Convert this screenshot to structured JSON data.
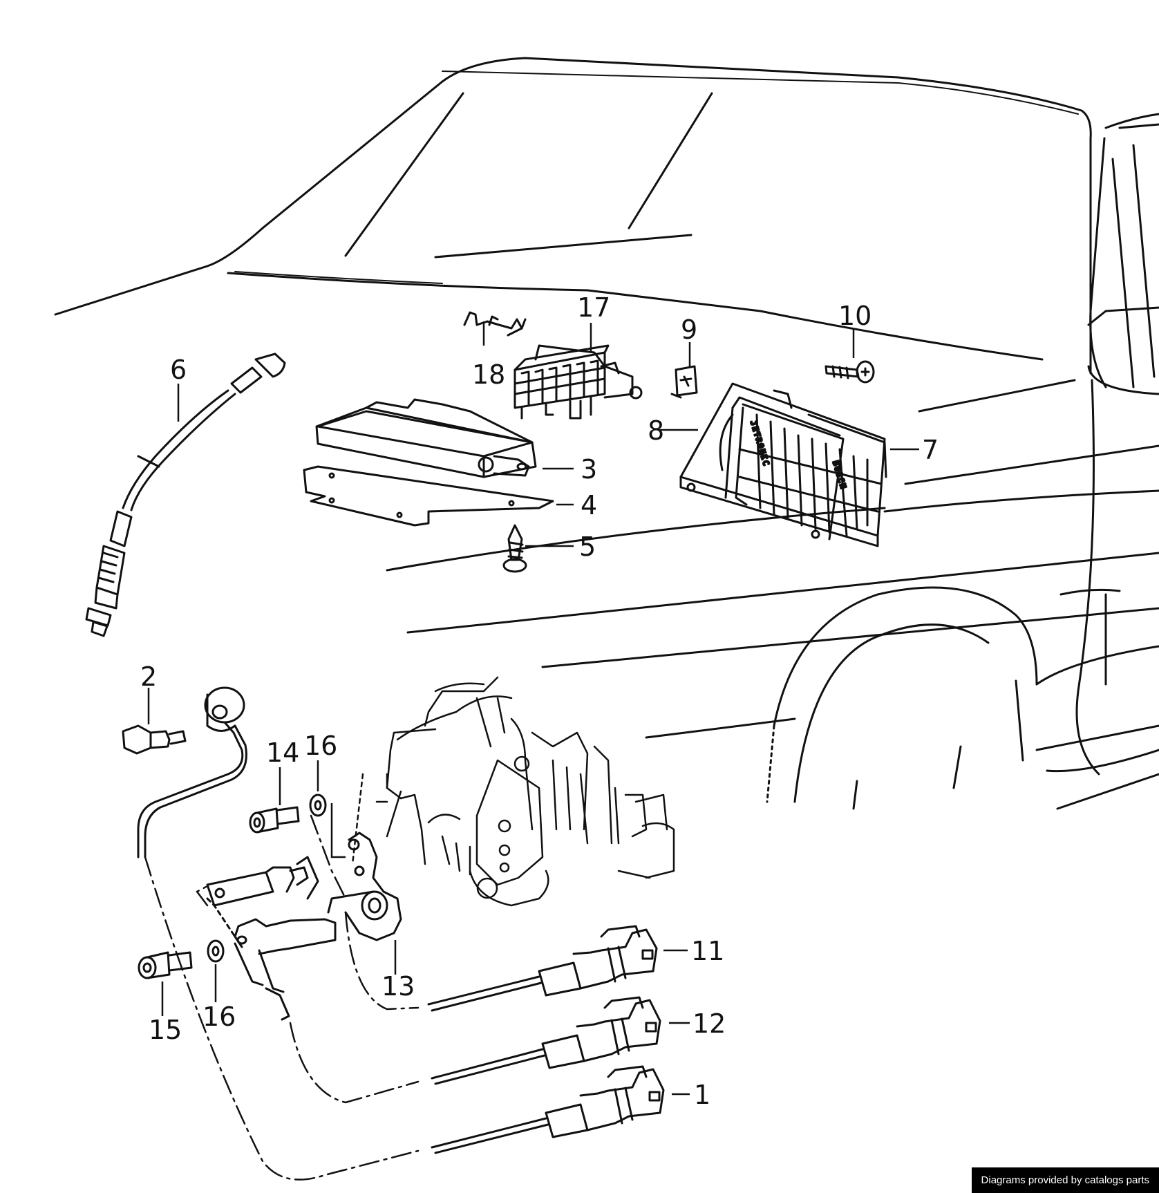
{
  "callouts": [
    "1",
    "2",
    "3",
    "4",
    "5",
    "6",
    "7",
    "8",
    "9",
    "10",
    "11",
    "12",
    "13",
    "14",
    "15",
    "16",
    "17",
    "18"
  ],
  "labels": {
    "l1": "1",
    "l2": "2",
    "l3": "3",
    "l4": "4",
    "l5": "5",
    "l6": "6",
    "l7": "7",
    "l8": "8",
    "l9": "9",
    "l10": "10",
    "l11": "11",
    "l12": "12",
    "l13": "13",
    "l14": "14",
    "l15": "15",
    "l16a": "16",
    "l16b": "16",
    "l17": "17",
    "l18": "18"
  },
  "unit_stamp": {
    "text1": "JETRONIC",
    "text2": "BOSCH"
  },
  "footer": {
    "credit": "Diagrams provided by catalogs parts"
  }
}
